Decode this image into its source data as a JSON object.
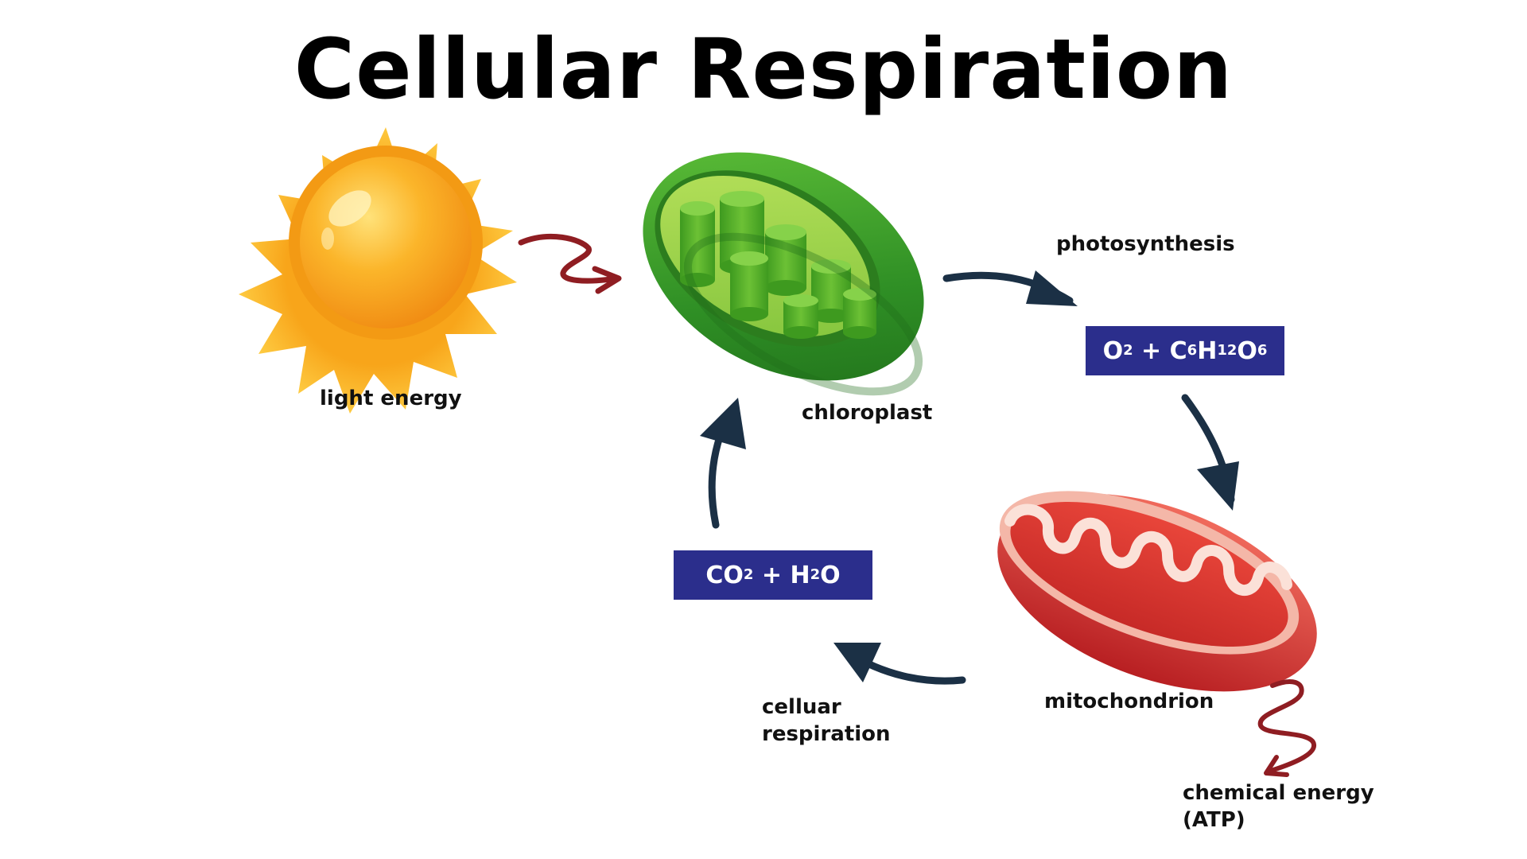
{
  "title": "Cellular Respiration",
  "labels": {
    "light_energy": "light energy",
    "chloroplast": "chloroplast",
    "photosynthesis": "photosynthesis",
    "mitochondrion": "mitochondrion",
    "cellular_respiration_line1": "celluar",
    "cellular_respiration_line2": "respiration",
    "chemical_energy_line1": "chemical energy",
    "chemical_energy_line2": "(ATP)"
  },
  "formulas": {
    "photosynthesis_products": {
      "o": "O",
      "o_sub": "2",
      "plus": " + ",
      "c": "C",
      "c_sub": "6",
      "h": "H",
      "h_sub": "12",
      "o2": "O",
      "o2_sub": "6"
    },
    "respiration_products": {
      "co": "CO",
      "co_sub": "2",
      "plus": " + ",
      "h": "H",
      "h_sub": "2",
      "o": "O"
    }
  },
  "colors": {
    "formula_box": "#2b2e8c",
    "cycle_arrow": "#1b3045",
    "energy_arrow": "#8f1d22",
    "chloroplast": "#3fa52d",
    "mitochondrion": "#d8322e",
    "sun": "#f7a81b"
  },
  "icons": [
    "sun-icon",
    "chloroplast-icon",
    "mitochondrion-icon"
  ]
}
